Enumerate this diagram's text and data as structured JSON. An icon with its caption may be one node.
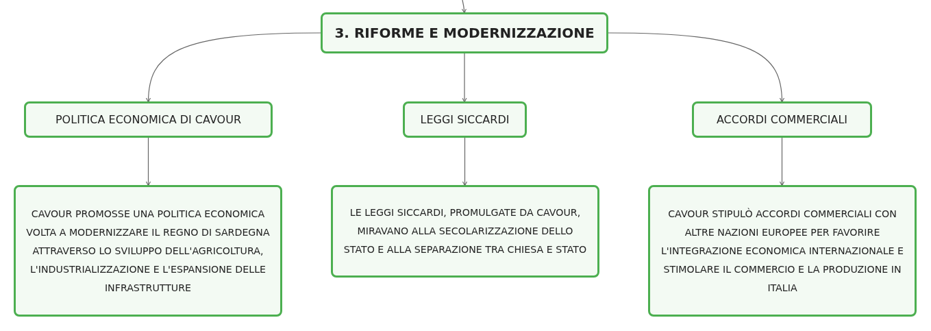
{
  "diagram": {
    "nodes": [
      {
        "text": [
          "3. RIFORME E MODERNIZZAZIONE"
        ]
      },
      {
        "text": [
          "POLITICA ECONOMICA DI CAVOUR"
        ]
      },
      {
        "text": [
          "LEGGI SICCARDI"
        ]
      },
      {
        "text": [
          "ACCORDI COMMERCIALI"
        ]
      },
      {
        "text": [
          "CAVOUR PROMOSSE UNA POLITICA ECONOMICA VOLTA A MODERNIZZARE IL REGNO DI SARDEGNA ATTRAVERSO LO SVILUPPO DELL'AGRICOLTURA, L'INDUSTRIALIZZAZIONE E L'ESPANSIONE DELLE INFRASTRUTTURE"
        ]
      },
      {
        "text": [
          "LE LEGGI SICCARDI, PROMULGATE DA CAVOUR, MIRAVANO ALLA SECOLARIZZAZIONE DELLO STATO E ALLA SEPARAZIONE TRA CHIESA E STATO"
        ]
      },
      {
        "text": [
          "CAVOUR STIPULÒ ACCORDI COMMERCIALI CON ALTRE NAZIONI EUROPEE PER FAVORIRE L'INTEGRAZIONE ECONOMICA INTERNAZIONALE E STIMOLARE IL COMMERCIO E LA PRODUZIONE IN ITALIA"
        ]
      }
    ],
    "edges": [
      {
        "from": null,
        "to": 0,
        "arrow": "to"
      },
      {
        "from": 0,
        "to": 1,
        "arrow": "to"
      },
      {
        "from": 0,
        "to": 2,
        "arrow": "to"
      },
      {
        "from": 0,
        "to": 3,
        "arrow": "to"
      },
      {
        "from": 1,
        "to": 4,
        "arrow": "to"
      },
      {
        "from": 2,
        "to": 5,
        "arrow": "to"
      },
      {
        "from": 3,
        "to": 6,
        "arrow": "to"
      }
    ]
  }
}
